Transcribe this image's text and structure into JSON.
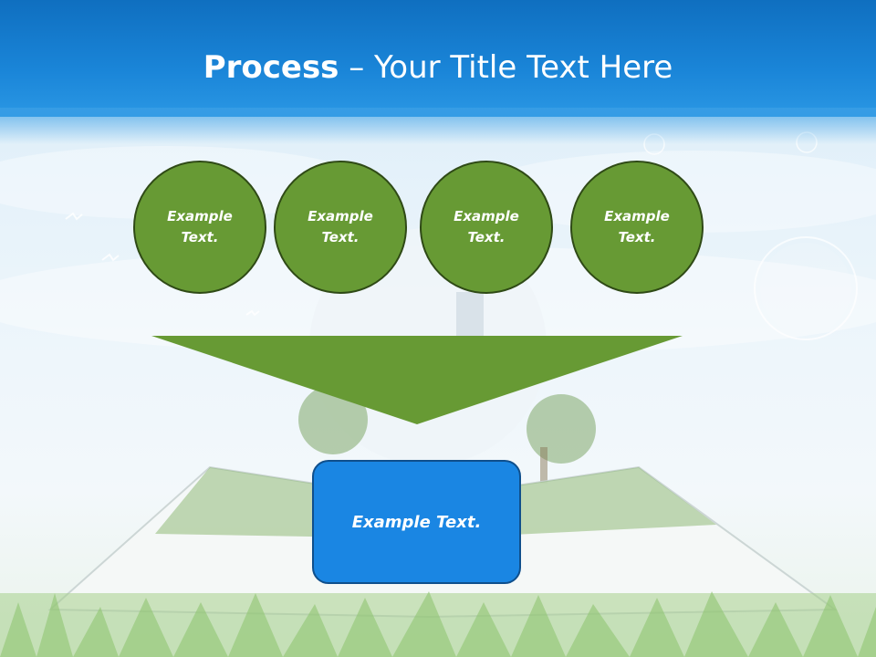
{
  "slide": {
    "title_bold": "Process",
    "title_rest": " – Your Title Text Here",
    "circles": [
      {
        "label": "Example\nText."
      },
      {
        "label": "Example\nText."
      },
      {
        "label": "Example\nText."
      },
      {
        "label": "Example\nText."
      }
    ],
    "result_label": "Example Text."
  },
  "colors": {
    "header_blue": "#1a85d8",
    "circle_green": "#679a34",
    "funnel_green": "#679a34",
    "box_blue": "#1a86e3"
  }
}
